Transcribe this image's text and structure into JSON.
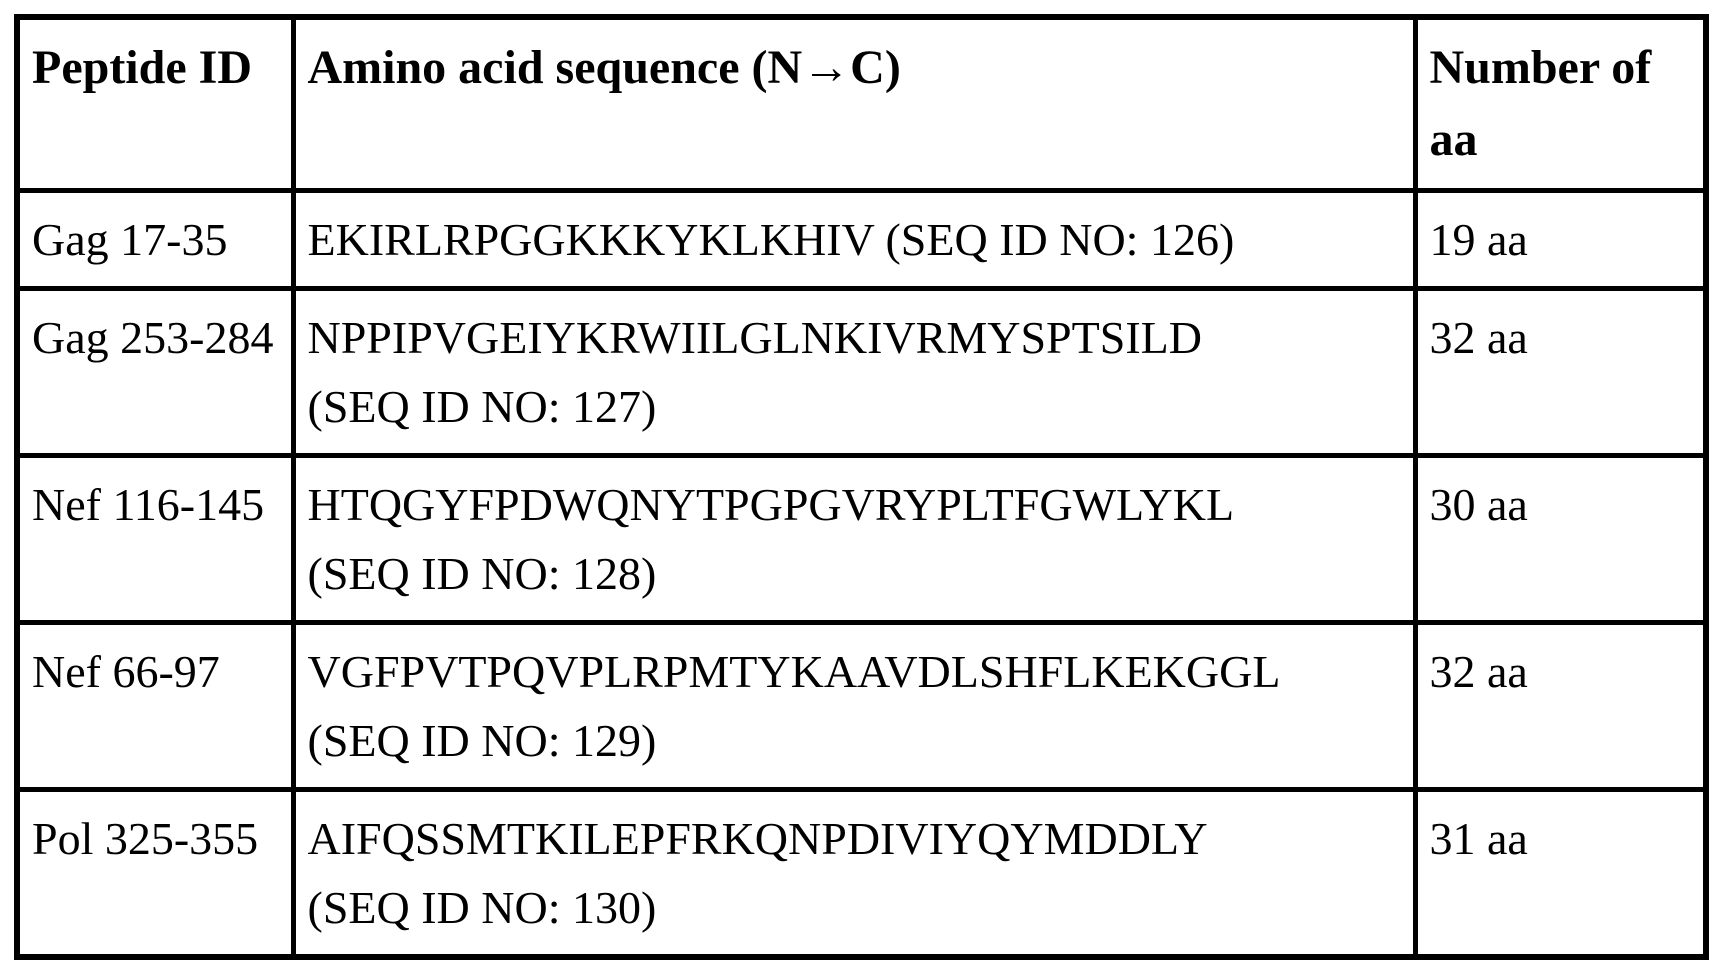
{
  "table": {
    "headers": {
      "peptide_id": "Peptide ID",
      "sequence": "Amino acid sequence (N→C)",
      "num_aa": "Number of aa"
    },
    "rows": [
      {
        "peptide_id": "Gag 17-35",
        "sequence": "EKIRLRPGGKKKYKLKHIV",
        "seq_id": "(SEQ ID NO: 126)",
        "num_aa": "19 aa"
      },
      {
        "peptide_id": "Gag 253-284",
        "sequence": "NPPIPVGEIYKRWIILGLNKIVRMYSPTSILD",
        "seq_id": "(SEQ ID NO: 127)",
        "num_aa": "32 aa"
      },
      {
        "peptide_id": "Nef 116-145",
        "sequence": "HTQGYFPDWQNYTPGPGVRYPLTFGWLYKL",
        "seq_id": "(SEQ ID NO: 128)",
        "num_aa": "30 aa"
      },
      {
        "peptide_id": "Nef 66-97",
        "sequence": "VGFPVTPQVPLRPMTYKAAVDLSHFLKEKGGL",
        "seq_id": "(SEQ ID NO: 129)",
        "num_aa": "32 aa"
      },
      {
        "peptide_id": "Pol 325-355",
        "sequence": "AIFQSSMTKILEPFRKQNPDIVIYQYMDDLY",
        "seq_id": "(SEQ ID NO: 130)",
        "num_aa": "31 aa"
      }
    ],
    "colors": {
      "border": "#000000",
      "text": "#000000",
      "background": "#ffffff"
    }
  }
}
